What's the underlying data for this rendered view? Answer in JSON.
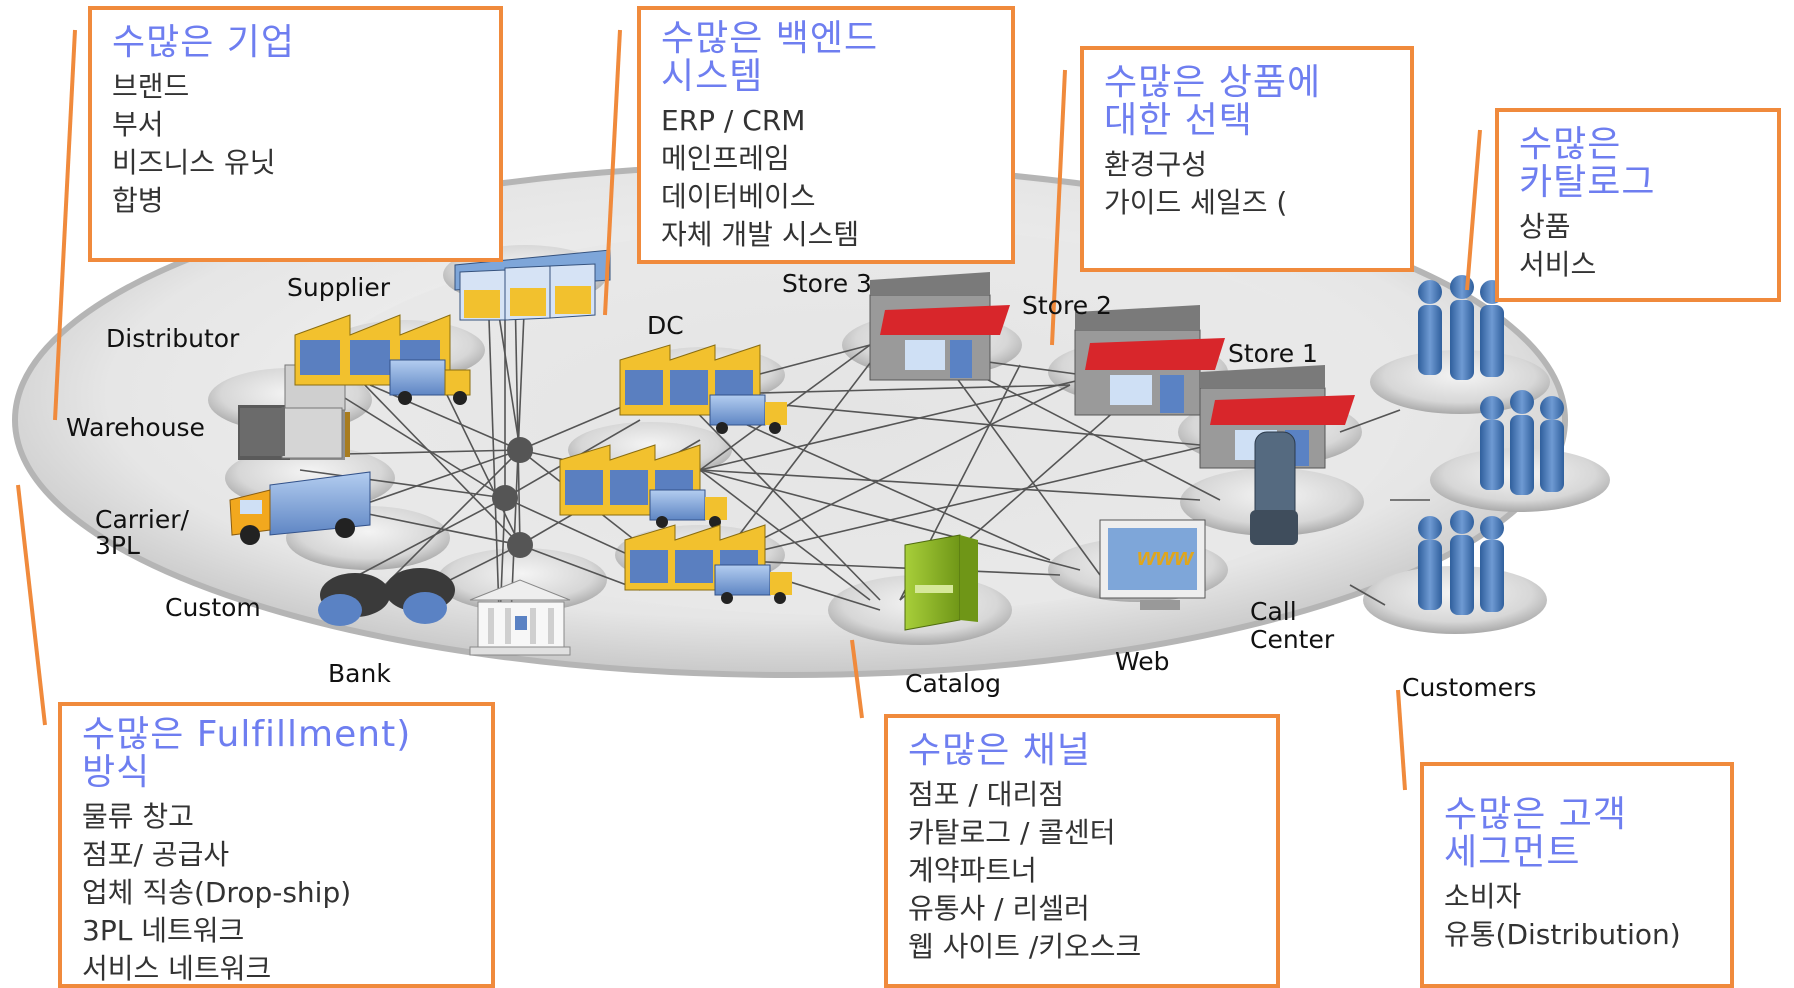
{
  "callouts": {
    "enterprise": {
      "title": "수많은 기업",
      "items": [
        "브랜드",
        "부서",
        "비즈니스 유닛",
        "합병"
      ]
    },
    "backend": {
      "title": "수많은 백엔드\n시스템",
      "items": [
        "ERP / CRM",
        "메인프레임",
        "데이터베이스",
        "자체 개발 시스템"
      ]
    },
    "product": {
      "title": "수많은 상품에\n대한 선택",
      "items": [
        "환경구성",
        "가이드 세일즈 ("
      ]
    },
    "catalog": {
      "title": "수많은\n카탈로그",
      "items": [
        "상품",
        "서비스"
      ]
    },
    "fulfillment": {
      "title": "수많은 Fulfillment)\n방식",
      "items": [
        "물류 창고",
        "점포/ 공급사",
        "업체 직송(Drop-ship)",
        "3PL 네트워크",
        "서비스 네트워크"
      ]
    },
    "channel": {
      "title": "수많은 채널",
      "items": [
        "점포 / 대리점",
        "카탈로그 / 콜센터",
        "계약파트너",
        "유통사 / 리셀러",
        "웹 사이트 /키오스크"
      ]
    },
    "customer": {
      "title": "수많은 고객\n세그먼트",
      "items": [
        "소비자",
        "유통(Distribution)"
      ]
    }
  },
  "nodes": {
    "supplier": "Supplier",
    "distributor": "Distributor",
    "warehouse": "Warehouse",
    "carrier_line1": "Carrier/",
    "carrier_line2": "3PL",
    "custom": "Custom",
    "bank": "Bank",
    "dc": "DC",
    "store3": "Store 3",
    "store2": "Store 2",
    "store1": "Store 1",
    "catalog": "Catalog",
    "web": "Web",
    "callcenter_line1": "Call",
    "callcenter_line2": "Center",
    "customers": "Customers",
    "www": "www"
  },
  "colors": {
    "callout_border": "#f08a3c",
    "callout_title": "#6e7ef0",
    "leader_line": "#f08a3c",
    "store_awning": "#d8262b",
    "truck_box": "#7ea6d9",
    "factory_yellow": "#f2c12e",
    "catalog_book": "#8db828",
    "people": "#4f81bd"
  }
}
